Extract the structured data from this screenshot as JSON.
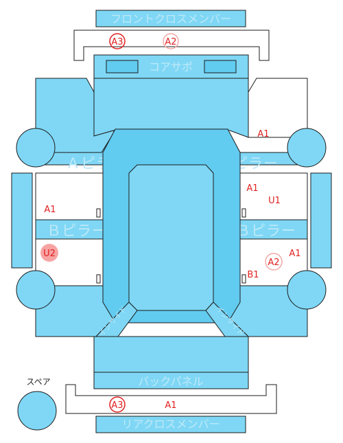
{
  "part_labels": {
    "front_cross_member": "フロントクロスメンバー",
    "core_support": "コアサポ",
    "a_pillar_left": "Ａピラー",
    "a_pillar_right": "Ａピラー",
    "b_pillar_left": "Ｂピラー",
    "b_pillar_right": "Ｂピラー",
    "inside_left": "インサイド",
    "inside_right": "インサイド",
    "back_panel": "バックパネル",
    "rear_cross_member": "リアクロスメンバー",
    "spare": "スペア"
  },
  "damage_marks": {
    "front_a3": "A3",
    "front_a2": "A2",
    "right_a1_top": "A1",
    "right_a1_door": "A1",
    "right_u1": "U1",
    "left_a1": "A1",
    "left_u2": "U2",
    "right_a2": "A2",
    "right_a1_rear": "A1",
    "right_b1": "B1",
    "rear_a3": "A3",
    "rear_a1": "A1"
  },
  "colors": {
    "part_fill": "#7fd7f5",
    "part_fill_dark": "#62cbf0",
    "mark_red": "#e02020",
    "mark_light": "#f2a8a8"
  }
}
